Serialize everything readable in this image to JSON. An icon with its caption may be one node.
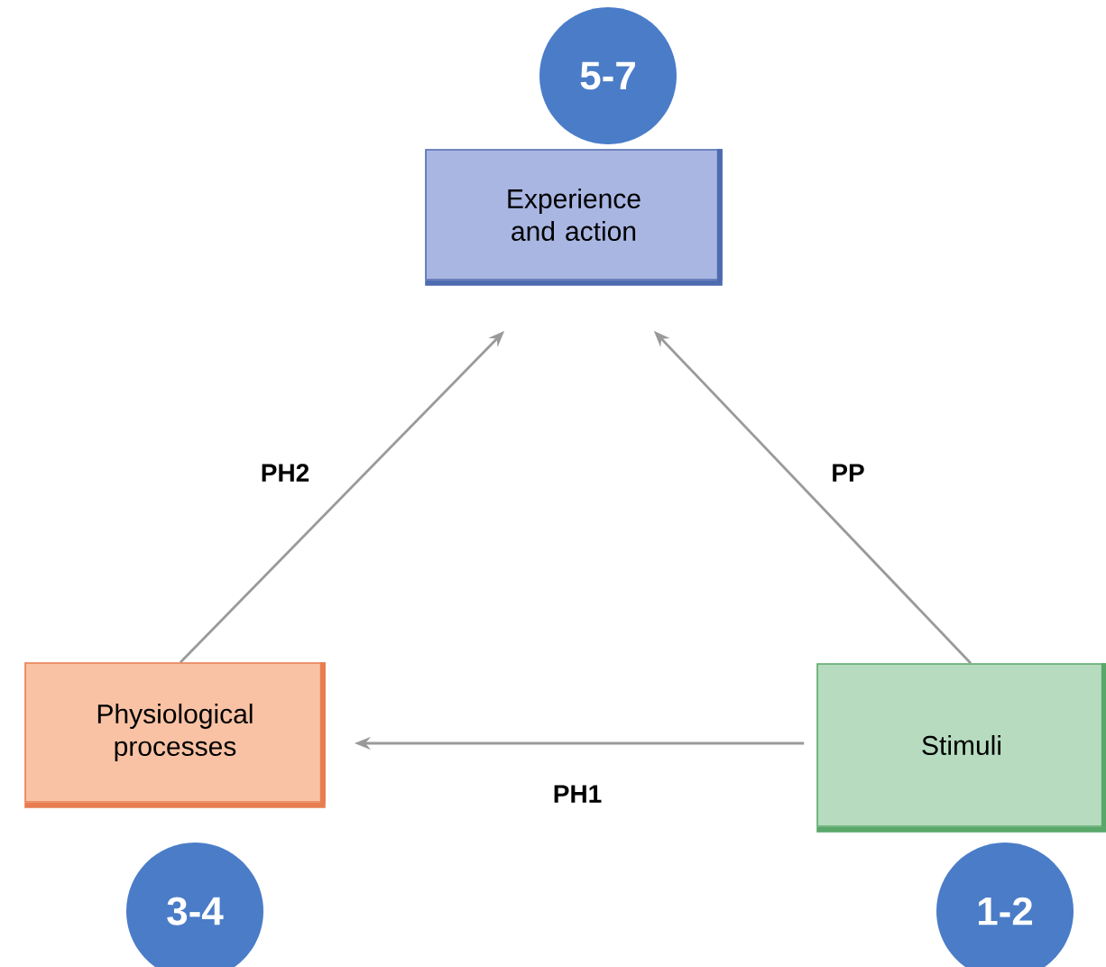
{
  "diagram": {
    "nodes": [
      {
        "text": [
          "5-7"
        ]
      },
      {
        "text": [
          "Experience and action"
        ]
      },
      {
        "text": [
          "Physiological processes"
        ]
      },
      {
        "text": [
          "Stimuli"
        ]
      },
      {
        "text": [
          "3-4"
        ]
      },
      {
        "text": [
          "1-2"
        ]
      }
    ],
    "edges": [
      {
        "from": 2,
        "to": 1,
        "arrow": "to",
        "label": "PH2"
      },
      {
        "from": 3,
        "to": 1,
        "arrow": "to",
        "label": "PP"
      },
      {
        "from": 3,
        "to": 2,
        "arrow": "to",
        "label": "PH1"
      }
    ]
  }
}
